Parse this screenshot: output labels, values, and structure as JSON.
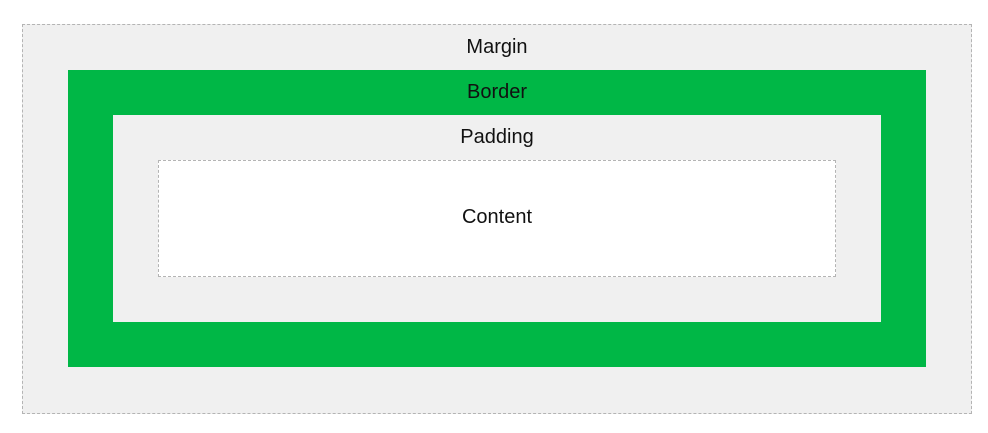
{
  "layers": {
    "margin": {
      "label": "Margin",
      "color": "#f0f0f0"
    },
    "border": {
      "label": "Border",
      "color": "#00b746"
    },
    "padding": {
      "label": "Padding",
      "color": "#f0f0f0"
    },
    "content": {
      "label": "Content",
      "color": "#ffffff"
    }
  }
}
